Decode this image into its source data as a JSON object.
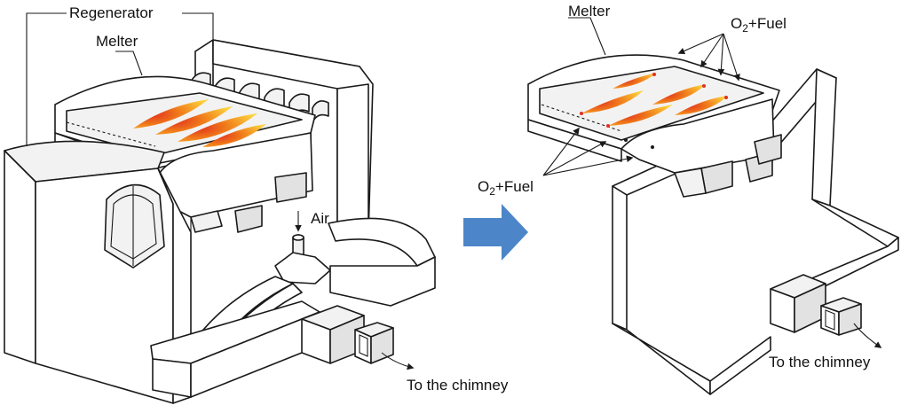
{
  "left_panel": {
    "regenerator_label": "Regenerator",
    "melter_label": "Melter",
    "air_label": "Air",
    "chimney_label": "To the chimney"
  },
  "right_panel": {
    "melter_label": "Melter",
    "fuel_top_prefix": "O",
    "fuel_top_sub": "2",
    "fuel_top_suffix": "+Fuel",
    "fuel_side_prefix": "O",
    "fuel_side_sub": "2",
    "fuel_side_suffix": "+Fuel",
    "chimney_label": "To the chimney"
  },
  "colors": {
    "arrow_blue": "#4d86c8",
    "flame_outer": "#f59a1f",
    "flame_inner": "#e0301e",
    "flame_tip": "#fcd23c"
  }
}
